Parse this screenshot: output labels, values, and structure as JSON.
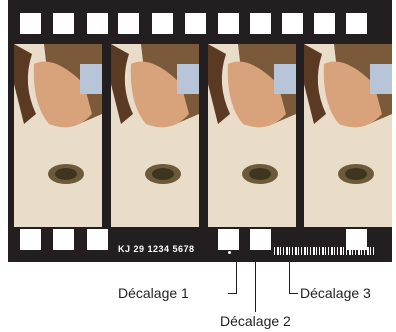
{
  "film": {
    "edge_code": "KJ  29  1234  5678",
    "frame_count": 4
  },
  "labels": {
    "offset1": "Décalage 1",
    "offset2": "Décalage 2",
    "offset3": "Décalage 3"
  },
  "colors": {
    "film": "#231f20",
    "sprocket": "#ffffff",
    "leader": "#231f20"
  }
}
